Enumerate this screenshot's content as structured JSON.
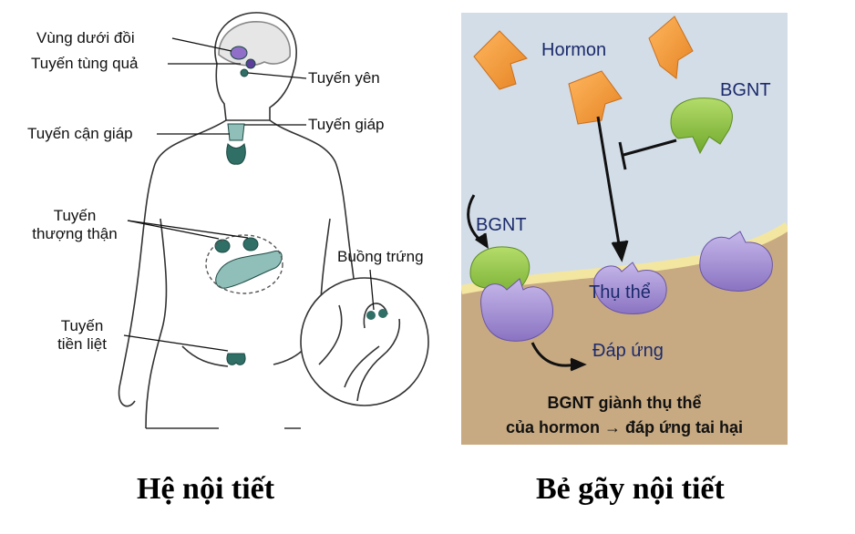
{
  "left_panel": {
    "labels": {
      "hypothalamus": "Vùng dưới đồi",
      "pineal": "Tuyến tùng quả",
      "pituitary": "Tuyến yên",
      "parathyroid": "Tuyến cận giáp",
      "thyroid": "Tuyến giáp",
      "adrenal_line1": "Tuyến",
      "adrenal_line2": "thượng thận",
      "ovary": "Buồng trứng",
      "prostate_line1": "Tuyến",
      "prostate_line2": "tiền liệt"
    },
    "caption": "Hệ nội tiết"
  },
  "right_panel": {
    "labels": {
      "hormone": "Hormon",
      "edc_top": "BGNT",
      "edc_left": "BGNT",
      "receptor": "Thụ thể",
      "response": "Đáp ứng"
    },
    "summary_line1": "BGNT giành thụ thể",
    "summary_line2": "của hormon → đáp ứng tai hại",
    "caption": "Bẻ gãy nội tiết"
  },
  "colors": {
    "panel_sky": "#d3dde8",
    "panel_ground": "#c8aa82",
    "membrane": "#f3e6a0",
    "hormone_orange": "#f39c3c",
    "edc_green": "#8cc43c",
    "receptor_purple": "#a58fd2",
    "gland_teal": "#2f6f66",
    "text_navy": "#1b2a6b"
  }
}
